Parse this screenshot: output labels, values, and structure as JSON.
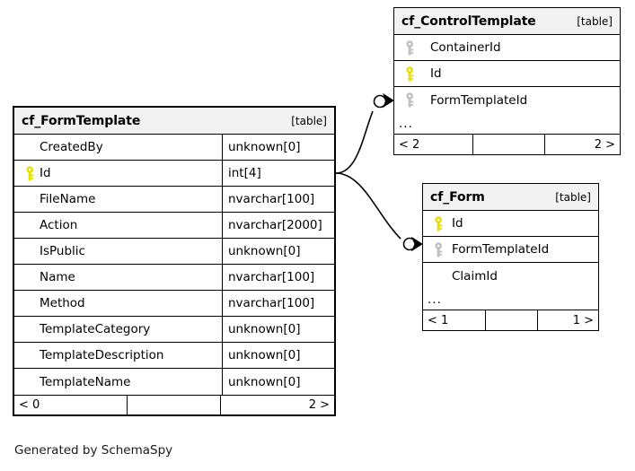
{
  "diagram": {
    "caption": "Generated by SchemaSpy",
    "table_tag": "[table]",
    "ellipsis": "...",
    "colors": {
      "primary_key": "#e8e000",
      "foreign_key": "#c0c0c0",
      "header_bg": "#f2f2f2",
      "border": "#000000",
      "background": "#ffffff"
    }
  },
  "tables": [
    {
      "name": "cf_FormTemplate",
      "tag": "[table]",
      "columns": [
        {
          "key": "none",
          "name": "CreatedBy",
          "type": "unknown[0]"
        },
        {
          "key": "primary",
          "name": "Id",
          "type": "int[4]"
        },
        {
          "key": "none",
          "name": "FileName",
          "type": "nvarchar[100]"
        },
        {
          "key": "none",
          "name": "Action",
          "type": "nvarchar[2000]"
        },
        {
          "key": "none",
          "name": "IsPublic",
          "type": "unknown[0]"
        },
        {
          "key": "none",
          "name": "Name",
          "type": "nvarchar[100]"
        },
        {
          "key": "none",
          "name": "Method",
          "type": "nvarchar[100]"
        },
        {
          "key": "none",
          "name": "TemplateCategory",
          "type": "unknown[0]"
        },
        {
          "key": "none",
          "name": "TemplateDescription",
          "type": "unknown[0]"
        },
        {
          "key": "none",
          "name": "TemplateName",
          "type": "unknown[0]"
        }
      ],
      "has_ellipsis": false,
      "footer": {
        "left": "< 0",
        "middle": "",
        "right": "2 >"
      }
    },
    {
      "name": "cf_ControlTemplate",
      "tag": "[table]",
      "columns": [
        {
          "key": "foreign",
          "name": "ContainerId",
          "type": ""
        },
        {
          "key": "primary",
          "name": "Id",
          "type": ""
        },
        {
          "key": "foreign",
          "name": "FormTemplateId",
          "type": ""
        }
      ],
      "has_ellipsis": true,
      "footer": {
        "left": "< 2",
        "middle": "",
        "right": "2 >"
      }
    },
    {
      "name": "cf_Form",
      "tag": "[table]",
      "columns": [
        {
          "key": "primary",
          "name": "Id",
          "type": ""
        },
        {
          "key": "foreign",
          "name": "FormTemplateId",
          "type": ""
        },
        {
          "key": "none",
          "name": "ClaimId",
          "type": ""
        }
      ],
      "has_ellipsis": true,
      "footer": {
        "left": "< 1",
        "middle": "",
        "right": "1 >"
      }
    }
  ],
  "relationships": [
    {
      "from_table": "cf_FormTemplate",
      "from_column": "Id",
      "to_table": "cf_ControlTemplate",
      "to_column": "FormTemplateId",
      "from_cardinality": "one",
      "to_cardinality": "many"
    },
    {
      "from_table": "cf_FormTemplate",
      "from_column": "Id",
      "to_table": "cf_Form",
      "to_column": "FormTemplateId",
      "from_cardinality": "one",
      "to_cardinality": "many"
    }
  ]
}
